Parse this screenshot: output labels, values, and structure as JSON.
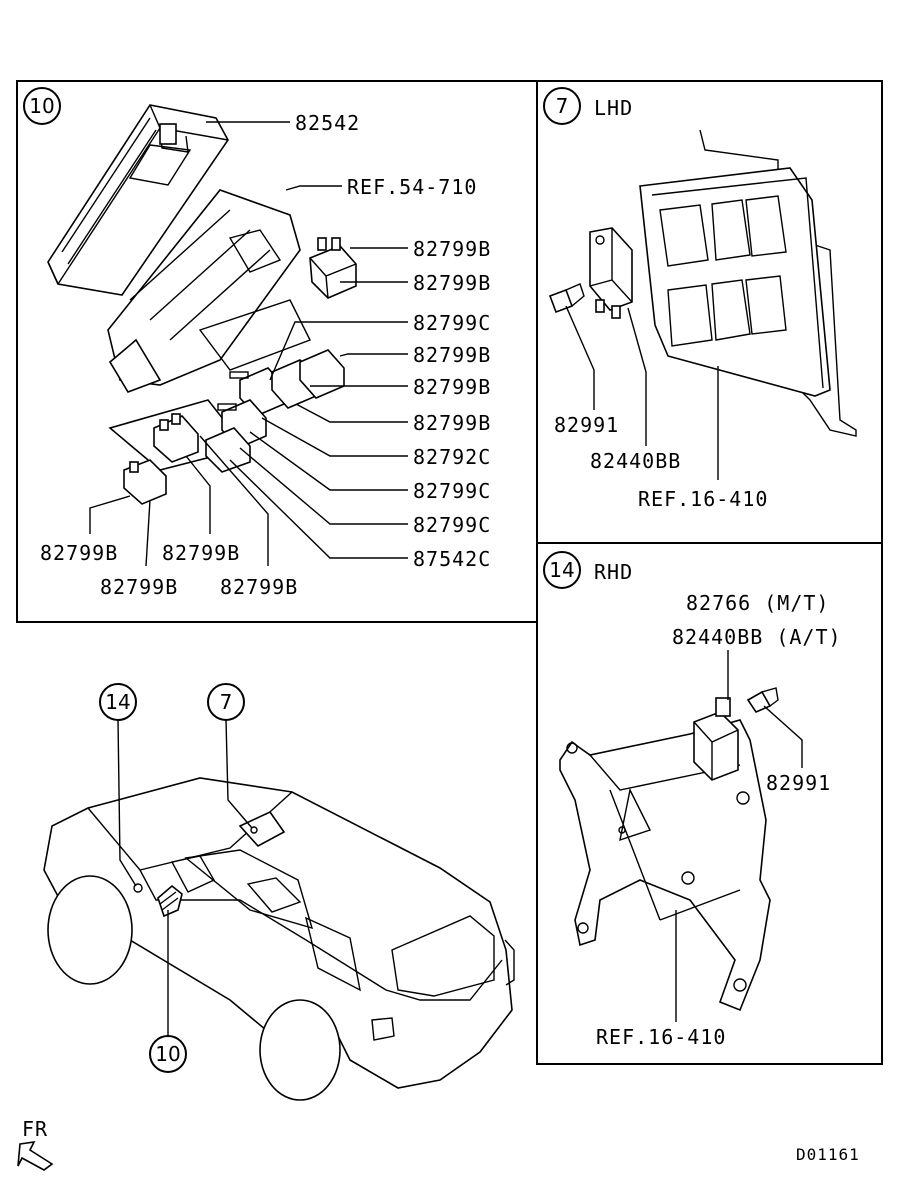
{
  "panel10": {
    "badge": "10",
    "labels": {
      "l82542": "82542",
      "ref54": "REF.54-710",
      "r1": "82799B",
      "r2": "82799B",
      "r3": "82799C",
      "r4": "82799B",
      "r5": "82799B",
      "r6": "82799B",
      "r7": "82792C",
      "r8": "82799C",
      "r9": "82799C",
      "r10": "87542C",
      "b1": "82799B",
      "b2": "82799B",
      "b3": "82799B",
      "b4": "82799B"
    }
  },
  "panel7": {
    "badge": "7",
    "title": "LHD",
    "labels": {
      "bolt": "82991",
      "relay": "82440BB",
      "ref": "REF.16-410"
    }
  },
  "panel14": {
    "badge": "14",
    "title": "RHD",
    "labels": {
      "mt": "82766 (M/T)",
      "at": "82440BB (A/T)",
      "bolt": "82991",
      "ref": "REF.16-410"
    }
  },
  "vehicle": {
    "badge14": "14",
    "badge7": "7",
    "badge10": "10"
  },
  "footer": {
    "fr": "FR",
    "code": "D01161"
  }
}
